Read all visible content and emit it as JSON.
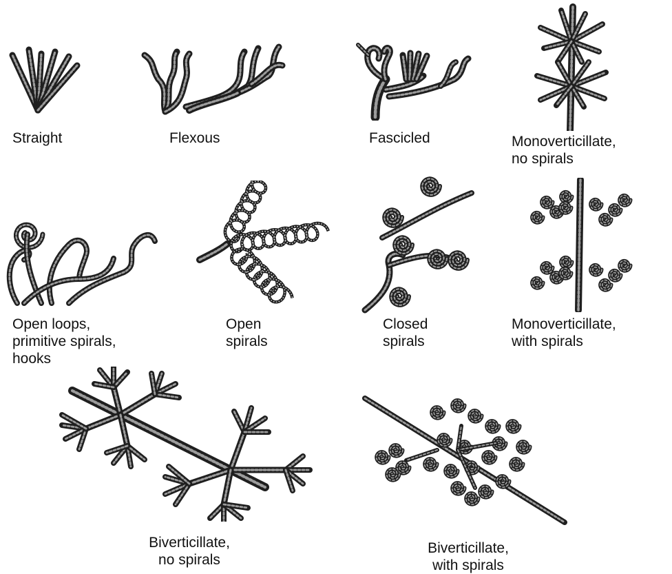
{
  "figure": {
    "panels": [
      {
        "id": "straight",
        "caption": "Straight"
      },
      {
        "id": "flexous",
        "caption": "Flexous"
      },
      {
        "id": "fascicled",
        "caption": "Fascicled"
      },
      {
        "id": "monoverticillate-no-spirals",
        "caption": "Monoverticillate,\nno spirals"
      },
      {
        "id": "open-loops",
        "caption": "Open loops,\nprimitive spirals,\nhooks"
      },
      {
        "id": "open-spirals",
        "caption": "Open\nspirals"
      },
      {
        "id": "closed-spirals",
        "caption": "Closed\nspirals"
      },
      {
        "id": "monoverticillate-with-spirals",
        "caption": "Monoverticillate,\nwith spirals"
      },
      {
        "id": "biverticillate-no-spirals",
        "caption": "Biverticillate,\nno spirals"
      },
      {
        "id": "biverticillate-with-spirals",
        "caption": "Biverticillate,\nwith spirals"
      }
    ]
  }
}
